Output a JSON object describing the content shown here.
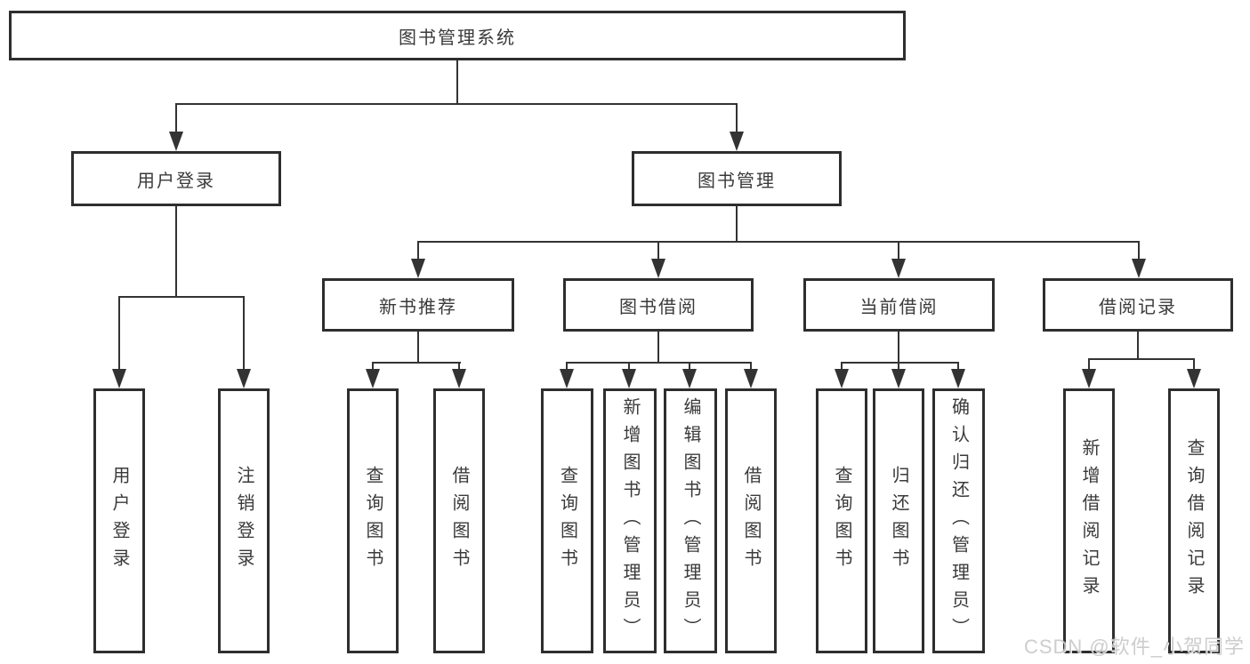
{
  "diagram": {
    "root": {
      "label": "图书管理系统"
    },
    "level2": [
      {
        "label": "用户登录"
      },
      {
        "label": "图书管理"
      }
    ],
    "level3": [
      {
        "label": "新书推荐"
      },
      {
        "label": "图书借阅"
      },
      {
        "label": "当前借阅"
      },
      {
        "label": "借阅记录"
      }
    ],
    "leaves": [
      {
        "label": "用户登录"
      },
      {
        "label": "注销登录"
      },
      {
        "label": "查询图书"
      },
      {
        "label": "借阅图书"
      },
      {
        "label": "查询图书"
      },
      {
        "label": "新增图书（管理员）"
      },
      {
        "label": "编辑图书（管理员）"
      },
      {
        "label": "借阅图书"
      },
      {
        "label": "查询图书"
      },
      {
        "label": "归还图书"
      },
      {
        "label": "确认归还（管理员）"
      },
      {
        "label": "新增借阅记录"
      },
      {
        "label": "查询借阅记录"
      }
    ],
    "watermark": "CSDN @软件_小贺同学",
    "colors": {
      "line": "#333333",
      "box_border": "#2e2e2e",
      "text": "#3a3a3a",
      "watermark": "#c8c8c8",
      "background": "#ffffff"
    }
  }
}
